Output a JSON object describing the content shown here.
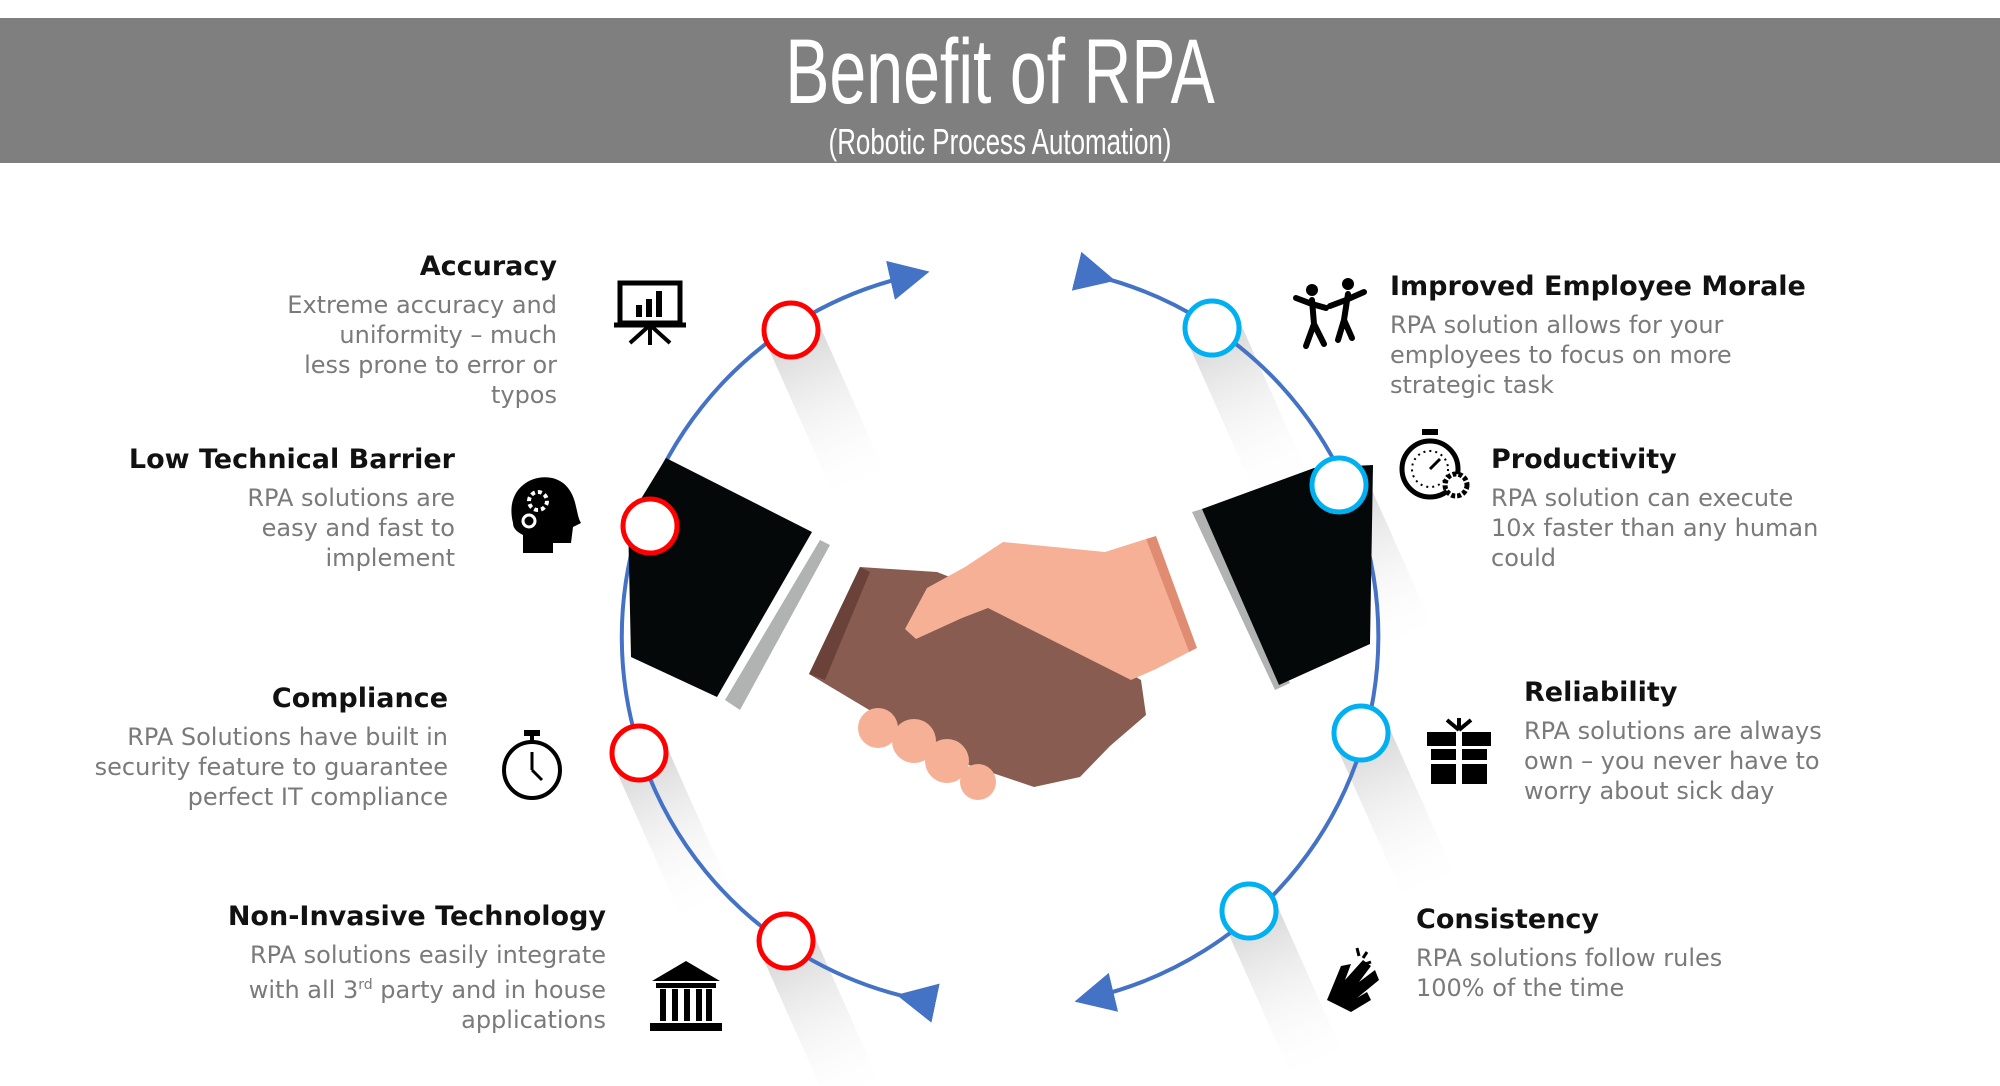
{
  "header": {
    "title": "Benefit of RPA",
    "subtitle": "(Robotic Process Automation)"
  },
  "colors": {
    "banner": "#7f7f7f",
    "arc": "#4472c4",
    "left_ring": "#ff0000",
    "right_ring": "#00b0f0"
  },
  "left_items": [
    {
      "title": "Accuracy",
      "desc": "Extreme accuracy and uniformity – much less prone to error or typos",
      "icon": "presentation-chart-icon"
    },
    {
      "title": "Low Technical Barrier",
      "desc": "RPA solutions are easy and fast to implement",
      "icon": "head-gears-icon"
    },
    {
      "title": "Compliance",
      "desc": "RPA Solutions have built in security feature to guarantee perfect IT compliance",
      "icon": "stopwatch-icon"
    },
    {
      "title": "Non-Invasive Technology",
      "desc_pre": "RPA solutions easily integrate with all 3",
      "desc_sup": "rd",
      "desc_post": " party and in house applications",
      "icon": "bank-icon"
    }
  ],
  "right_items": [
    {
      "title": "Improved Employee Morale",
      "desc": "RPA solution allows for your employees to focus on more strategic task",
      "icon": "dancing-people-icon"
    },
    {
      "title": "Productivity",
      "desc": "RPA solution can execute 10x faster than any human could",
      "icon": "stopwatch-gear-icon"
    },
    {
      "title": "Reliability",
      "desc": "RPA solutions are always own – you never have to worry about sick day",
      "icon": "gift-icon"
    },
    {
      "title": "Consistency",
      "desc": "RPA solutions follow rules 100% of the time",
      "icon": "clapping-hands-icon"
    }
  ]
}
